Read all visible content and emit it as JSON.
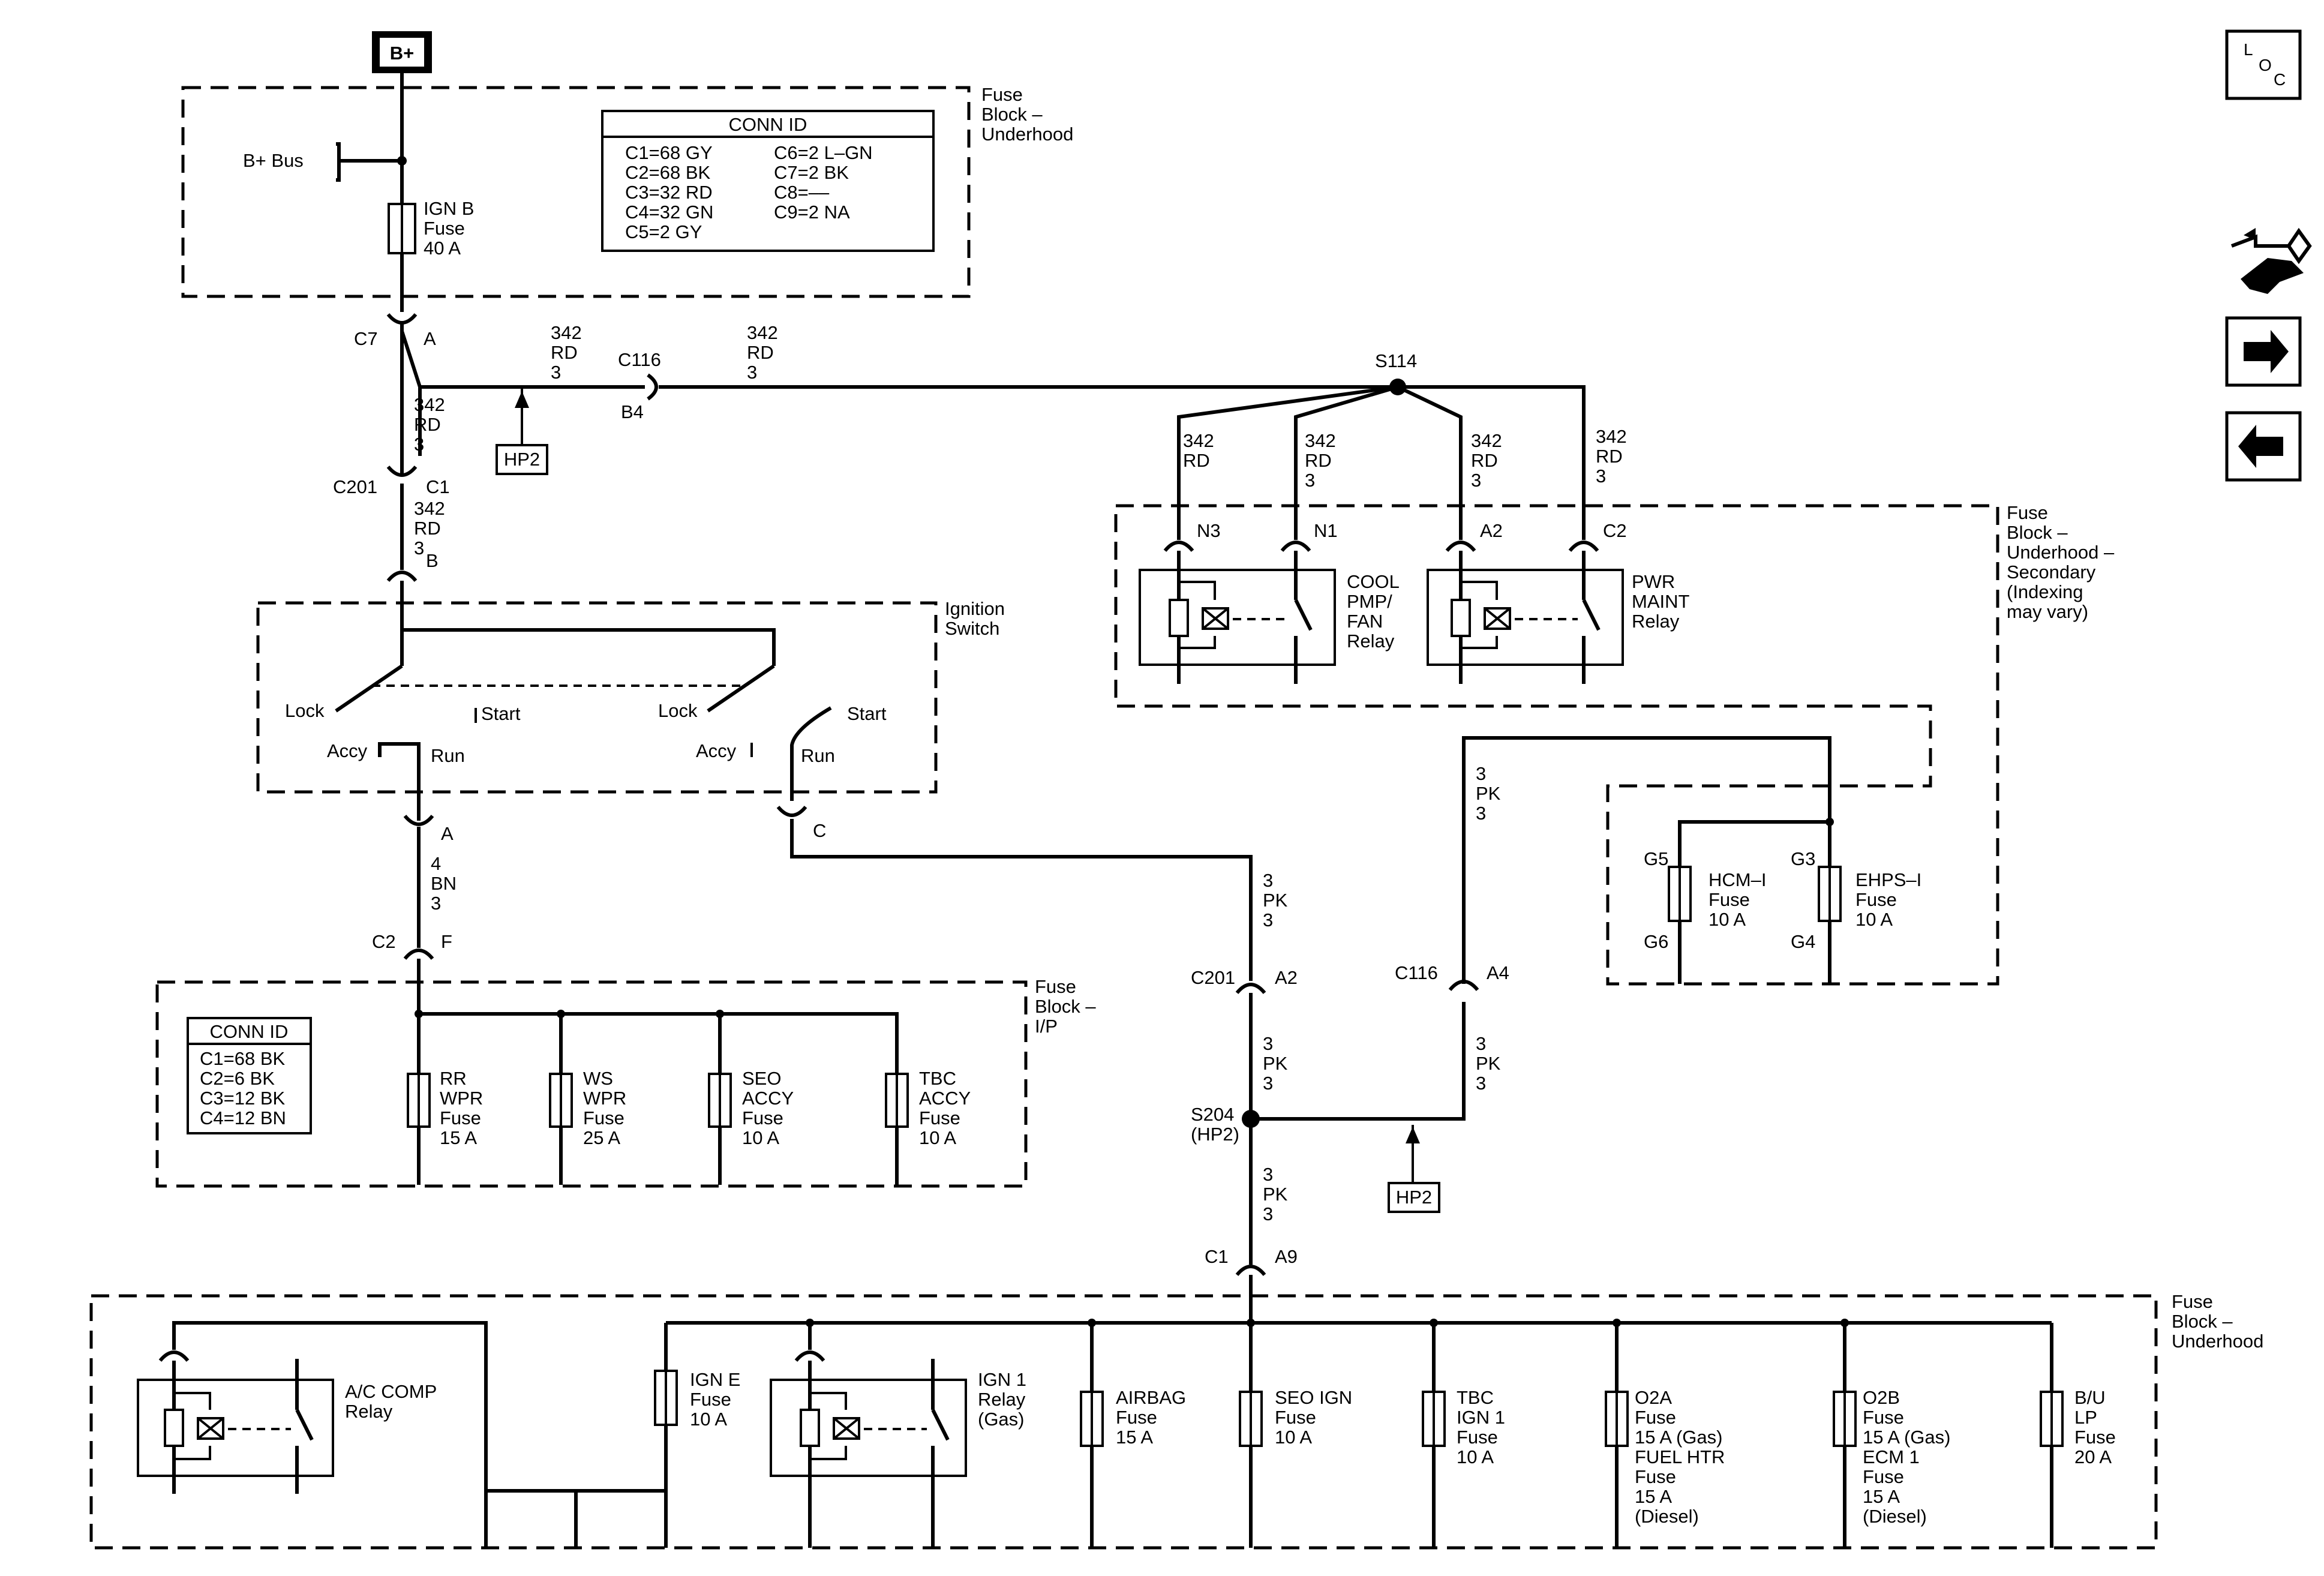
{
  "top_power": {
    "source": "B+",
    "bus": "B+ Bus"
  },
  "fuse_block_underhood": {
    "title": [
      "Fuse",
      "Block –",
      "Underhood"
    ]
  },
  "conn_id_underhood": {
    "header": "CONN ID",
    "left": [
      "C1=68 GY",
      "C2=68 BK",
      "C3=32 RD",
      "C4=32 GN",
      "C5=2 GY"
    ],
    "right": [
      "C6=2 L–GN",
      "C7=2 BK",
      "C8=––",
      "C9=2 NA"
    ]
  },
  "ign_b_fuse": [
    "IGN B",
    "Fuse",
    "40 A"
  ],
  "wire_342_rd_3": [
    "342",
    "RD",
    "3"
  ],
  "wire_342_rd": [
    "342",
    "RD"
  ],
  "wire_3_pk_3": [
    "3",
    "PK",
    "3"
  ],
  "wire_4_bn_3": [
    "4",
    "BN",
    "3"
  ],
  "connectors": {
    "c7": "C7",
    "a": "A",
    "c116": "C116",
    "b4": "B4",
    "s114": "S114",
    "c201": "C201",
    "c1": "C1",
    "b": "B",
    "hp2": "HP2",
    "n3": "N3",
    "n1": "N1",
    "a2": "A2",
    "c2": "C2",
    "g5": "G5",
    "g3": "G3",
    "g6": "G6",
    "g4": "G4",
    "c": "C",
    "f": "F",
    "a4": "A4",
    "s204": "S204",
    "s204_sub": "(HP2)",
    "a9": "A9"
  },
  "ignition_switch": {
    "title": [
      "Ignition",
      "Switch"
    ],
    "lock": "Lock",
    "start": "Start",
    "accy": "Accy",
    "run": "Run"
  },
  "fuse_block_secondary": {
    "title": [
      "Fuse",
      "Block –",
      "Underhood –",
      "Secondary",
      "(Indexing",
      "may vary)"
    ]
  },
  "cool_relay": [
    "COOL",
    "PMP/",
    "FAN",
    "Relay"
  ],
  "pwr_maint_relay": [
    "PWR",
    "MAINT",
    "Relay"
  ],
  "hcm_fuse": [
    "HCM–I",
    "Fuse",
    "10 A"
  ],
  "ehps_fuse": [
    "EHPS–I",
    "Fuse",
    "10 A"
  ],
  "fuse_block_ip": {
    "title": [
      "Fuse",
      "Block –",
      "I/P"
    ]
  },
  "conn_id_ip": {
    "header": "CONN ID",
    "rows": [
      "C1=68 BK",
      "C2=6 BK",
      "C3=12 BK",
      "C4=12 BN"
    ]
  },
  "ip_fuses": [
    [
      "RR",
      "WPR",
      "Fuse",
      "15 A"
    ],
    [
      "WS",
      "WPR",
      "Fuse",
      "25 A"
    ],
    [
      "SEO",
      "ACCY",
      "Fuse",
      "10 A"
    ],
    [
      "TBC",
      "ACCY",
      "Fuse",
      "10 A"
    ]
  ],
  "fuse_block_bottom": {
    "title": [
      "Fuse",
      "Block –",
      "Underhood"
    ]
  },
  "ac_relay": [
    "A/C COMP",
    "Relay"
  ],
  "ign_e_fuse": [
    "IGN E",
    "Fuse",
    "10 A"
  ],
  "ign1_relay": [
    "IGN 1",
    "Relay",
    "(Gas)"
  ],
  "bottom_fuses": [
    [
      "AIRBAG",
      "Fuse",
      "15 A"
    ],
    [
      "SEO IGN",
      "Fuse",
      "10 A"
    ],
    [
      "TBC",
      "IGN 1",
      "Fuse",
      "10 A"
    ],
    [
      "O2A",
      "Fuse",
      "15 A (Gas)",
      "FUEL HTR",
      "Fuse",
      "15 A",
      "(Diesel)"
    ],
    [
      "O2B",
      "Fuse",
      "15 A (Gas)",
      "ECM 1",
      "Fuse",
      "15 A",
      "(Diesel)"
    ],
    [
      "B/U",
      "LP",
      "Fuse",
      "20 A"
    ]
  ],
  "nav": {
    "loc_l": "L",
    "loc_o": "O",
    "loc_c": "C"
  },
  "icons": [
    "loc-icon",
    "service-tool-icon",
    "next-arrow-icon",
    "previous-arrow-icon"
  ]
}
